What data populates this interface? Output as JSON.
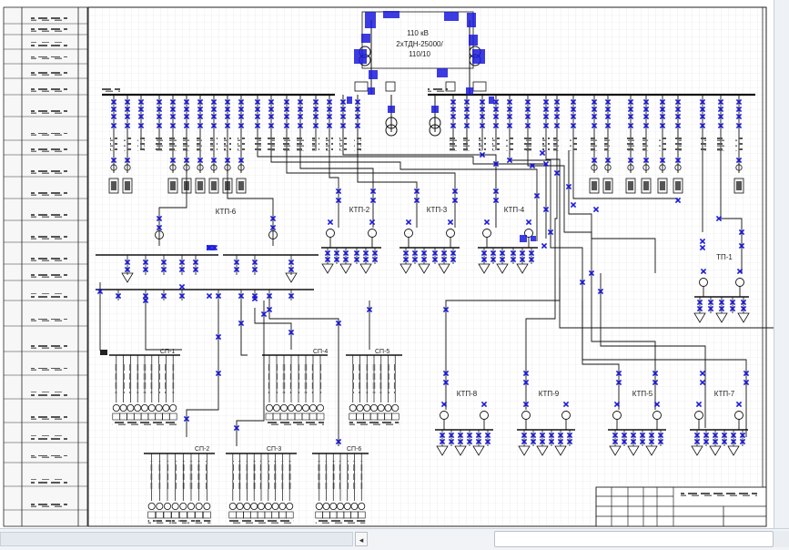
{
  "substation": {
    "voltage": "110 кВ",
    "transformer_line1": "2хТДН-25000/",
    "transformer_line2": "110/10"
  },
  "ktp_labels": {
    "ktp6": "КТП-6",
    "ktp2": "КТП-2",
    "ktp3": "КТП-3",
    "ktp4": "КТП-4",
    "tp1": "ТП-1",
    "ktp8": "КТП-8",
    "ktp9": "КТП-9",
    "ktp5": "КТП-5",
    "ktp7": "КТП-7"
  },
  "sp_labels": {
    "sp1": "СП-1",
    "sp4": "СП-4",
    "sp5": "СП-5",
    "sp2": "СП-2",
    "sp3": "СП-3",
    "sp6": "СП-6"
  },
  "scrollbar": {
    "nav_prev_icon": "◂"
  },
  "colors": {
    "breaker": "#1a1adc",
    "line": "#111111",
    "grid": "#e3e3e3",
    "text_smudge": "#4a4a4a"
  }
}
